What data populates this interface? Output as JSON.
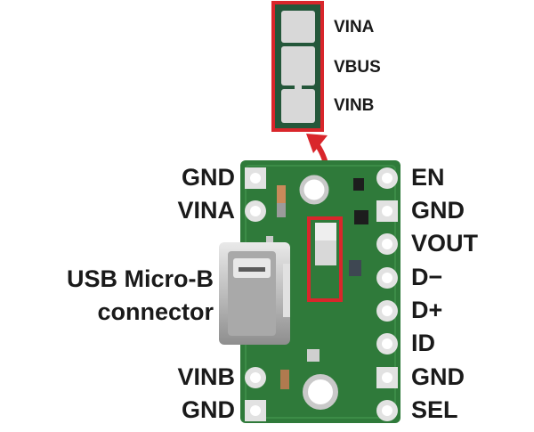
{
  "zoom_labels": {
    "top": "VINA",
    "middle": "VBUS",
    "bottom": "VINB"
  },
  "left_pins": [
    {
      "id": "gnd-top",
      "label": "GND"
    },
    {
      "id": "vina",
      "label": "VINA"
    },
    {
      "id": "vinb",
      "label": "VINB"
    },
    {
      "id": "gnd-bottom",
      "label": "GND"
    }
  ],
  "right_pins": [
    {
      "id": "en",
      "label": "EN"
    },
    {
      "id": "gnd-1",
      "label": "GND"
    },
    {
      "id": "vout",
      "label": "VOUT"
    },
    {
      "id": "d-minus",
      "label": "D−"
    },
    {
      "id": "d-plus",
      "label": "D+"
    },
    {
      "id": "id",
      "label": "ID"
    },
    {
      "id": "gnd-2",
      "label": "GND"
    },
    {
      "id": "sel",
      "label": "SEL"
    }
  ],
  "connector_label": {
    "line1": "USB Micro-B",
    "line2": "connector"
  },
  "colors": {
    "board": "#2f7a3a",
    "board_dark": "#1f5a28",
    "highlight": "#d9262b",
    "pad": "#d8d8d8",
    "zoom_bg": "#24573a"
  }
}
